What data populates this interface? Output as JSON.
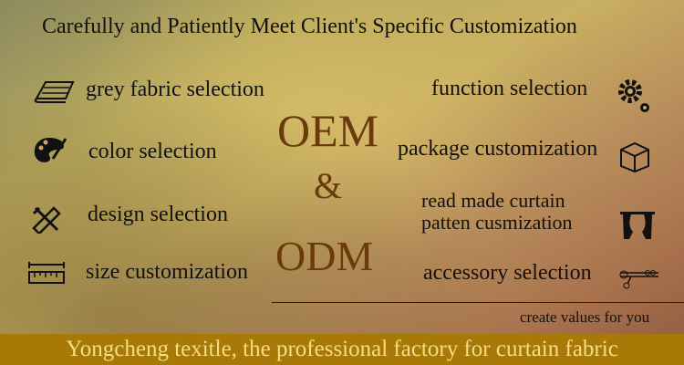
{
  "headline": "Carefully and Patiently Meet Client's Specific Customization",
  "left_items": [
    {
      "label": "grey fabric selection",
      "icon": "fabric-roll-icon"
    },
    {
      "label": "color selection",
      "icon": "palette-icon"
    },
    {
      "label": "design selection",
      "icon": "pencil-ruler-icon"
    },
    {
      "label": "size customization",
      "icon": "ruler-icon"
    }
  ],
  "right_items": [
    {
      "label": "function selection",
      "icon": "gears-icon"
    },
    {
      "label": "package customization",
      "icon": "box-icon"
    },
    {
      "label": "read made curtain",
      "label2": "patten cusmization",
      "icon": "curtain-icon"
    },
    {
      "label": "accessory selection",
      "icon": "curtain-rod-icon"
    }
  ],
  "center": {
    "oem": "OEM",
    "amp": "&",
    "odm": "ODM"
  },
  "tagline": "create values for you",
  "footer": "Yongcheng texitle, the professional factory for curtain fabric",
  "colors": {
    "footer_bg": "#a77a08",
    "footer_text": "#f5dd88",
    "center_text": "#6b3a0c"
  }
}
